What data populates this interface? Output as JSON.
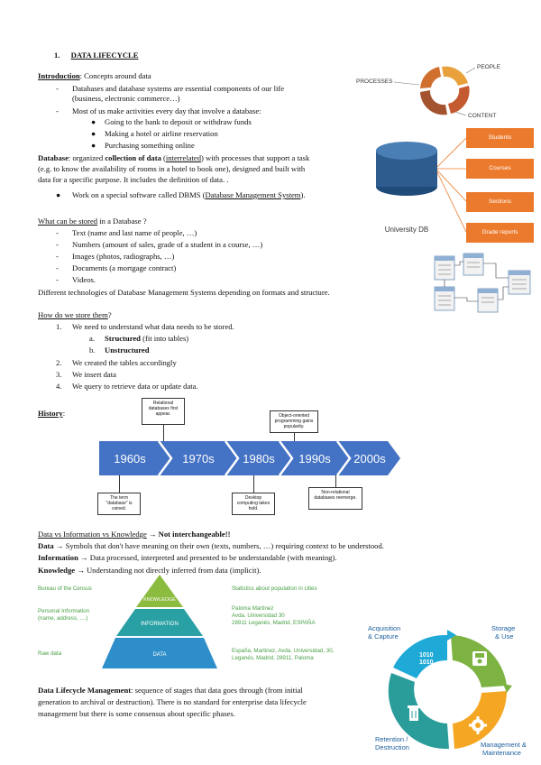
{
  "title": {
    "number": "1.",
    "text": "DATA LIFECYCLE"
  },
  "intro": {
    "label": "Introduction",
    "text": ": Concepts around data",
    "items": [
      "Databases and database systems are essential components of our life",
      "(business, electronic commerce…)",
      "Most of us make activities every day that involve a database:"
    ],
    "bullets": [
      "Going to the bank to deposit or withdraw funds",
      "Making a hotel or airline reservation",
      "Purchasing something online"
    ]
  },
  "database_def": {
    "label": "Database",
    "t1": ": organized ",
    "t2": "collection of data",
    "t3": " (",
    "t4": "interrelated",
    "t5": ") with processes that support a task",
    "line2": "(e.g. to know the availability of rooms in a hotel to book one), designed and built with",
    "line3": "data for a specific purpose. It includes the definition of data. .",
    "bullet": "Work on a special software called DBMS (",
    "bullet_link": "Database Management System",
    "bullet_end": ")."
  },
  "stored": {
    "heading": "What can be stored",
    "heading_end": " in a Database ?",
    "items": [
      "Text (name and last name of people, …)",
      "Numbers (amount of sales, grade of a student in a course, …)",
      "Images (photos, radiographs, …)",
      "Documents (a mortgage contract)",
      "Videos."
    ],
    "after": "Different technologies of Database Management Systems depending on formats and structure."
  },
  "how": {
    "heading": "How do we store them",
    "heading_end": "?",
    "steps": [
      {
        "n": "1.",
        "t": "We need to understand what data needs to be stored."
      },
      {
        "n": "2.",
        "t": "We created the tables accordingly"
      },
      {
        "n": "3.",
        "t": "We insert data"
      },
      {
        "n": "4.",
        "t": "We query to retrieve data or update data."
      }
    ],
    "sub": [
      {
        "n": "a.",
        "b": "Structured",
        "t": " (fit into tables)"
      },
      {
        "n": "b.",
        "b": "Unstructured",
        "t": ""
      }
    ]
  },
  "history": {
    "label": "History",
    "colon": ":",
    "decades": [
      "1960s",
      "1970s",
      "1980s",
      "1990s",
      "2000s"
    ],
    "notes": {
      "relational": "Relational databases first appear.",
      "object": "Object-oriented programming gains popularity.",
      "term": "The term \"database\" is coined.",
      "desktop": "Desktop computing takes hold.",
      "nonrel": "Non-relational databases reemerge."
    }
  },
  "dik": {
    "heading": "Data vs Information vs Knowledge",
    "arrow": " → ",
    "bold": "Not interchangeable!!",
    "data_label": "Data",
    "data_text": " → Symbols that don't have meaning on their own (texts, numbers, …) requiring context to be understood.",
    "info_label": "Information",
    "info_text": " → Data processed, interpreted and presented to be understandable (with meaning).",
    "know_label": "Knowledge",
    "know_text": " → Understanding not directly inferred from data (implicit)."
  },
  "pyramid": {
    "levels": [
      "KNOWLEDGE",
      "INFORMATION",
      "DATA"
    ],
    "left": [
      "Bureau of the Census",
      "Personal Information",
      "(name, address, ....)",
      "Raw data"
    ],
    "right_top": "Statistics about population in cities",
    "right_mid": [
      "Paloma Martinez",
      "Avda. Universidad 30",
      "28911 Leganés, Madrid, ESPAÑA"
    ],
    "right_bot": [
      "España, Martinez, Avda. Universidad, 30,",
      "Leganés, Madrid, 28911, Paloma"
    ]
  },
  "lifecycle": {
    "label": "Data Lifecycle Management",
    "l1": ": sequence of stages that data goes through (from initial",
    "l2": "generation to archival or destruction). There is no standard for enterprise data lifecycle",
    "l3": "management but there is some consensus about specific phases."
  },
  "cycle_labels": {
    "acq": [
      "Acquisition",
      "& Capture"
    ],
    "storage": [
      "Storage",
      "& Use"
    ],
    "ret": [
      "Retention /",
      "Destruction"
    ],
    "mgmt": [
      "Management &",
      "Maintenance"
    ],
    "bits": [
      "1010",
      "1010"
    ]
  },
  "venn": {
    "processes": "PROCESSES",
    "people": "PEOPLE",
    "content": "CONTENT"
  },
  "db_diagram": {
    "label": "University DB",
    "boxes": [
      "Students",
      "Courses",
      "Sections",
      "Grade reports"
    ]
  },
  "colors": {
    "orange": "#ec7a2c",
    "blue": "#4472c4",
    "cyl": "#2e5c8e",
    "green": "#6fa842",
    "teal": "#2a9d9b",
    "cyan": "#1fa9d6",
    "lime": "#7cb342",
    "amber": "#f5a623",
    "brown": "#c0603a"
  }
}
